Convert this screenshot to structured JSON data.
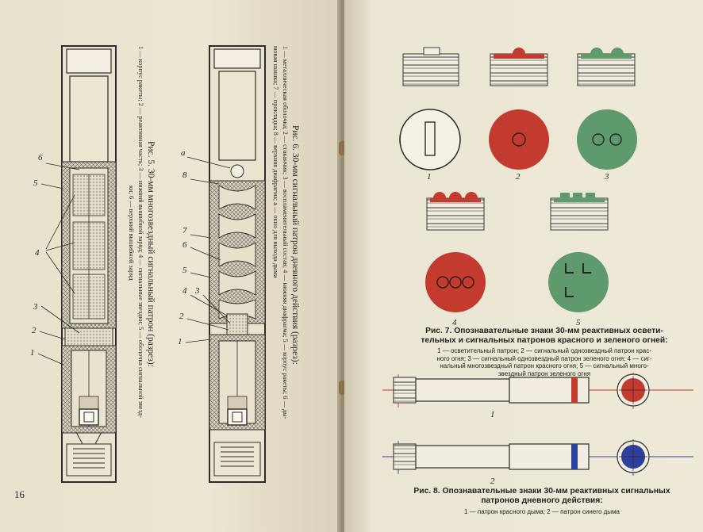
{
  "left_page": {
    "page_number": "16",
    "fig5": {
      "title": "Рис. 5. 30-мм многозвездный сигнальный патрон (разрез):",
      "legend_line1": "1 — корпус ракеты; 2 — реактивная часть; 3 — нижний вышибной заряд; 4 — сигнальные звездки; 5 — оболочка сигнальной звезд-",
      "legend_line2": "ки; 6 — верхний вышибной заряд",
      "labels": [
        "1",
        "2",
        "3",
        "4",
        "5",
        "6"
      ]
    },
    "fig6": {
      "title": "Рис. 6. 30-мм сигнальный патрон дневного действия (разрез):",
      "legend_line1": "1 — металлическая оболочка; 2 — стаканчик; 3 — воспламенительный состав; 4 — нижняя диафрагма; 5 — корпус ракеты; 6 — ды-",
      "legend_line2": "мовая шашка; 7 — прокладка; 8 — верхняя диафрагма; а — окно для выхода дыма",
      "labels": [
        "1",
        "2",
        "3",
        "4",
        "5",
        "6",
        "7",
        "8",
        "а"
      ]
    }
  },
  "right_page": {
    "fig7": {
      "item_labels": [
        "1",
        "2",
        "3",
        "4",
        "5"
      ],
      "caption_title": "Рис. 7. Опознавательные знаки 30-мм реактивных освети-",
      "caption_title2": "тельных и сигнальных патронов красного и зеленого огней:",
      "legend_line1": "1 — осветительный патрон; 2 — сигнальный однозвездный патрон крас-",
      "legend_line2": "ного огня; 3 — сигнальный однозвездный патрон зеленого огня; 4 — сиг-",
      "legend_line3": "нальный многозвездный патрон красного огня; 5 — сигнальный много-",
      "legend_line4": "звездный патрон зеленого огня"
    },
    "fig8": {
      "item_labels": [
        "1",
        "2"
      ],
      "caption_title": "Рис. 8. Опознавательные знаки 30-мм реактивных сигнальных",
      "caption_title2": "патронов дневного действия:",
      "legend_line1": "1 — патрон красного дыма; 2 — патрон синего дыма"
    }
  },
  "colors": {
    "red": "#c23b2e",
    "green": "#5e9a6c",
    "blue": "#2d3f9c",
    "ink": "#2a2825",
    "paper": "#ede7d5"
  }
}
